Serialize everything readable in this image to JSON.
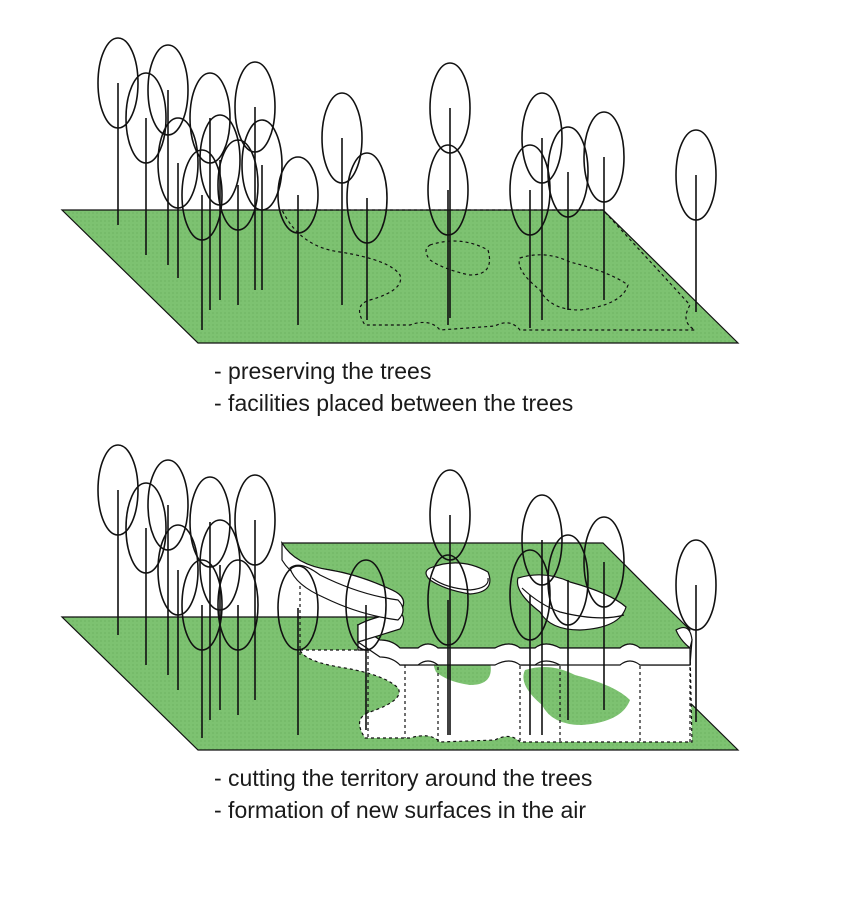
{
  "captions": {
    "top": {
      "line1": "- preserving the trees",
      "line2": "- facilities placed between the trees"
    },
    "bottom": {
      "line1": "- cutting the territory around the trees",
      "line2": "- formation of new surfaces in the air"
    }
  },
  "colors": {
    "ground": "#7dc271",
    "ground_dark": "#6aad5f",
    "stroke": "#111111",
    "paper": "#ffffff"
  }
}
